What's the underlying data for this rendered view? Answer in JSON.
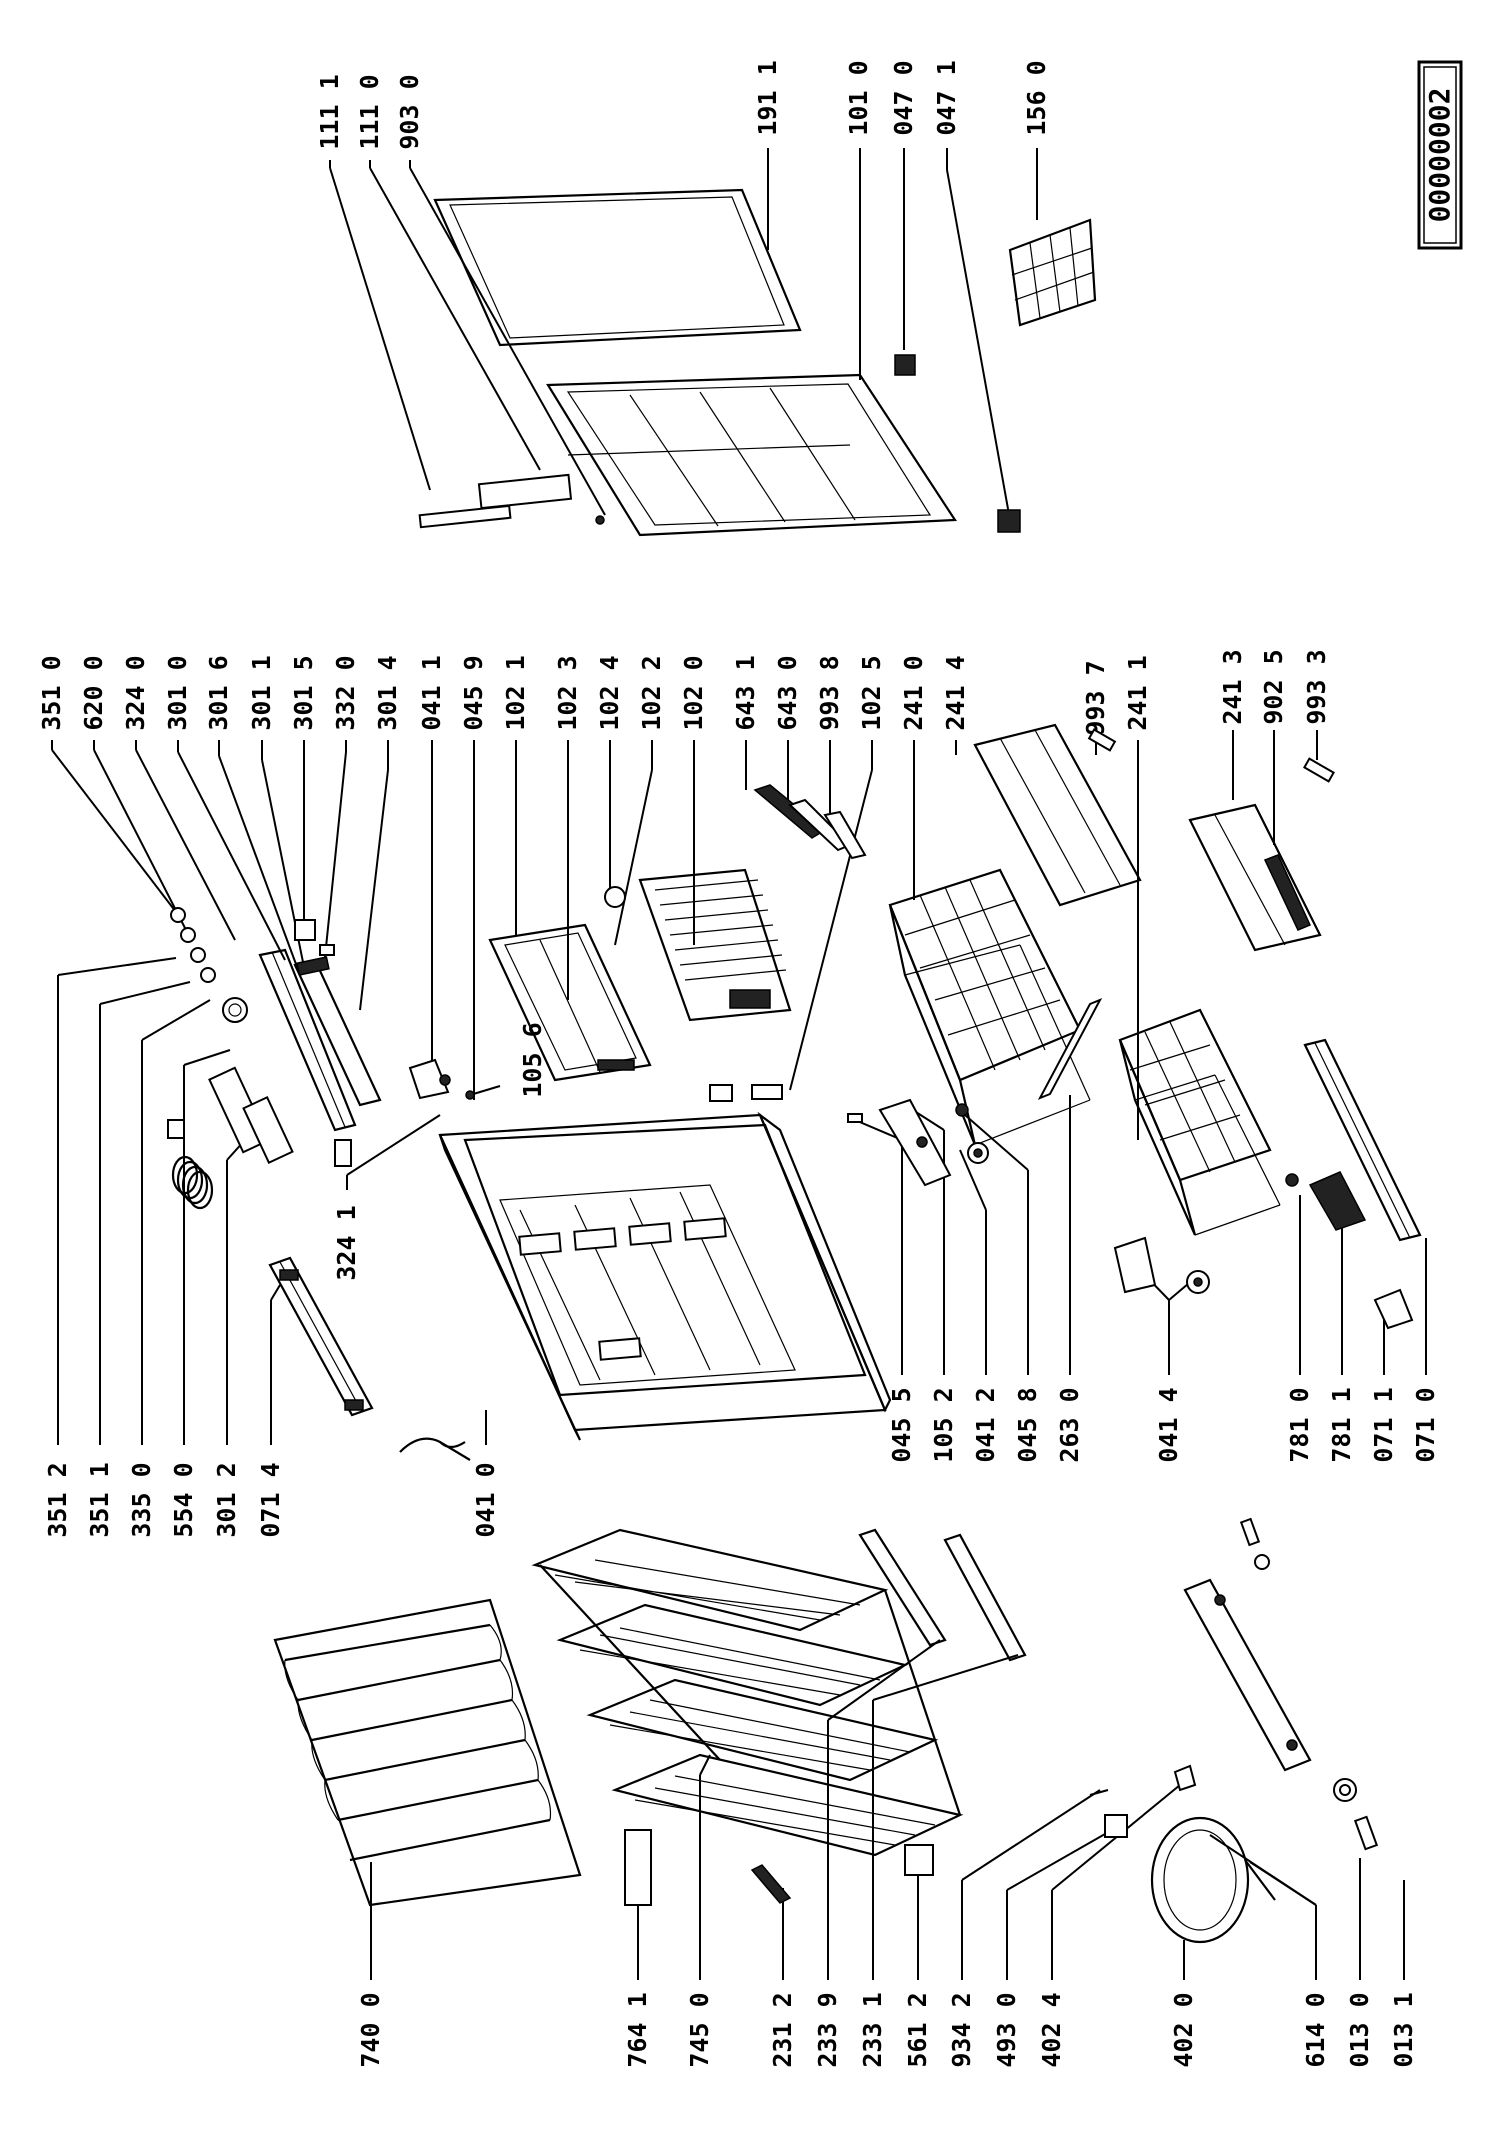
{
  "document_id": "00000002",
  "part_labels": {
    "n1111": "111 1",
    "n1110": "111 0",
    "n9030": "903 0",
    "n1911": "191 1",
    "n1010": "101 0",
    "n0470": "047 0",
    "n0471": "047 1",
    "n1560": "156 0",
    "n3510": "351 0",
    "n6200": "620 0",
    "n3240": "324 0",
    "n3010": "301 0",
    "n3016": "301 6",
    "n3011": "301 1",
    "n3015": "301 5",
    "n3320": "332 0",
    "n3014": "301 4",
    "n0411": "041 1",
    "n0459": "045 9",
    "n1021": "102 1",
    "n1023": "102 3",
    "n1024": "102 4",
    "n1022": "102 2",
    "n1020": "102 0",
    "n6431": "643 1",
    "n6430": "643 0",
    "n9938": "993 8",
    "n1025": "102 5",
    "n2410": "241 0",
    "n2414": "241 4",
    "n9937": "993 7",
    "n2411": "241 1",
    "n2413": "241 3",
    "n9025": "902 5",
    "n9933": "993 3",
    "n3512": "351 2",
    "n3511": "351 1",
    "n3350": "335 0",
    "n5540": "554 0",
    "n3012": "301 2",
    "n0714": "071 4",
    "n0410": "041 0",
    "n3241": "324 1",
    "n1056": "105 6",
    "n0455": "045 5",
    "n1052": "105 2",
    "n0412": "041 2",
    "n0458": "045 8",
    "n2630": "263 0",
    "n0414": "041 4",
    "n7810": "781 0",
    "n7811": "781 1",
    "n0711": "071 1",
    "n0710": "071 0",
    "n7400": "740 0",
    "n7641": "764 1",
    "n7450": "745 0",
    "n2312": "231 2",
    "n2339": "233 9",
    "n2331": "233 1",
    "n5612": "561 2",
    "n9342": "934 2",
    "n4930": "493 0",
    "n4024": "402 4",
    "n4020": "402 0",
    "n6140": "614 0",
    "n0130": "013 0",
    "n0131": "013 1"
  }
}
